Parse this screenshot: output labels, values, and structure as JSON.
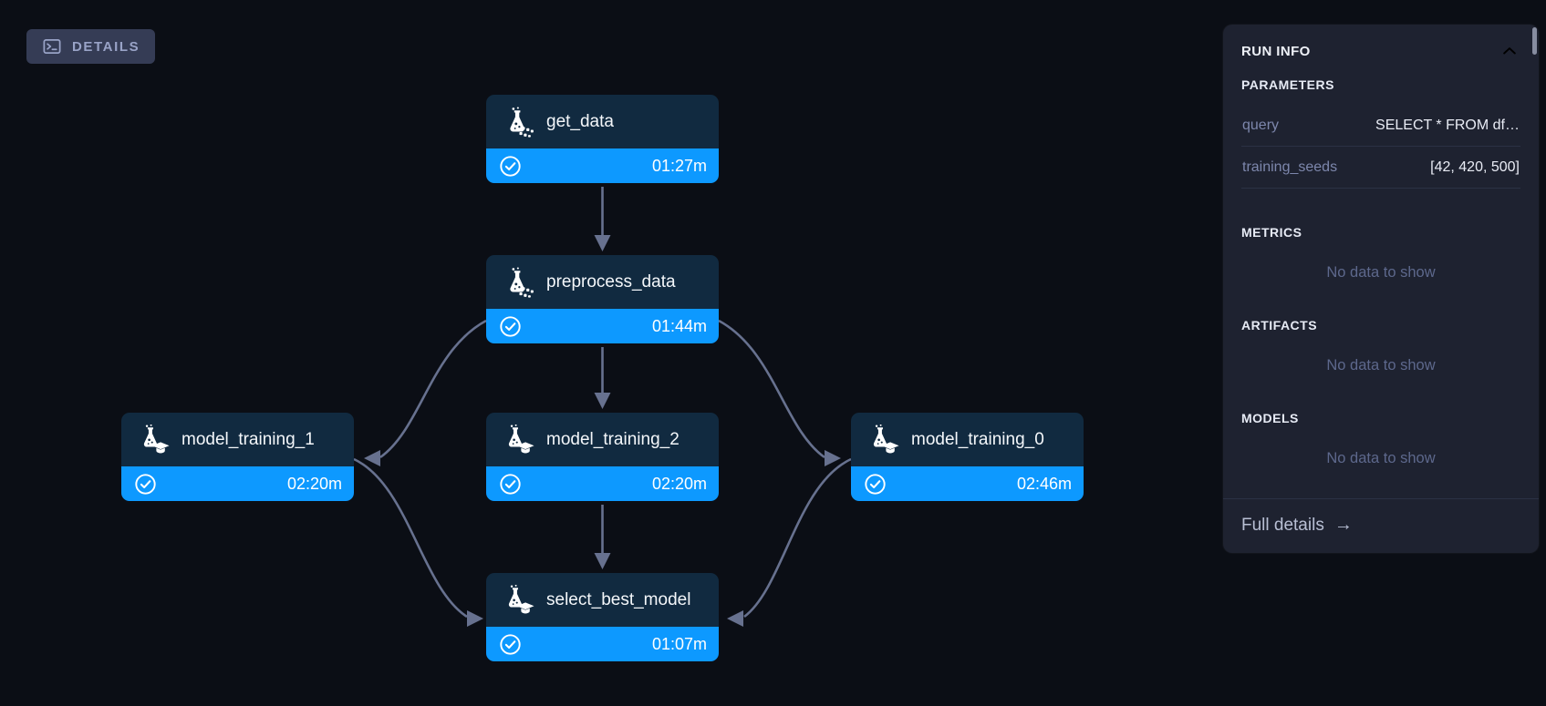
{
  "toolbar": {
    "details_label": "DETAILS",
    "details_icon": "terminal-icon"
  },
  "colors": {
    "page_bg": "#0b0e15",
    "node_header_bg": "#112a40",
    "status_bar_blue": "#0d99ff",
    "edge_color": "#67718f",
    "panel_bg": "#1e2230"
  },
  "pipeline": {
    "nodes": [
      {
        "id": "get_data",
        "title": "get_data",
        "duration": "01:27m",
        "status": "completed",
        "status_icon": "check-circle-icon",
        "icon": "flask-data-icon"
      },
      {
        "id": "preprocess_data",
        "title": "preprocess_data",
        "duration": "01:44m",
        "status": "completed",
        "status_icon": "check-circle-icon",
        "icon": "flask-data-icon"
      },
      {
        "id": "model_training_1",
        "title": "model_training_1",
        "duration": "02:20m",
        "status": "completed",
        "status_icon": "check-circle-icon",
        "icon": "flask-training-icon"
      },
      {
        "id": "model_training_2",
        "title": "model_training_2",
        "duration": "02:20m",
        "status": "completed",
        "status_icon": "check-circle-icon",
        "icon": "flask-training-icon"
      },
      {
        "id": "model_training_0",
        "title": "model_training_0",
        "duration": "02:46m",
        "status": "completed",
        "status_icon": "check-circle-icon",
        "icon": "flask-training-icon"
      },
      {
        "id": "select_best_model",
        "title": "select_best_model",
        "duration": "01:07m",
        "status": "completed",
        "status_icon": "check-circle-icon",
        "icon": "flask-training-icon"
      }
    ],
    "edges": [
      {
        "from": "get_data",
        "to": "preprocess_data"
      },
      {
        "from": "preprocess_data",
        "to": "model_training_1"
      },
      {
        "from": "preprocess_data",
        "to": "model_training_2"
      },
      {
        "from": "preprocess_data",
        "to": "model_training_0"
      },
      {
        "from": "model_training_1",
        "to": "select_best_model"
      },
      {
        "from": "model_training_2",
        "to": "select_best_model"
      },
      {
        "from": "model_training_0",
        "to": "select_best_model"
      }
    ]
  },
  "sidebar": {
    "title": "RUN INFO",
    "collapse_icon": "chevron-up-icon",
    "parameters": {
      "heading": "PARAMETERS",
      "rows": [
        {
          "key": "query",
          "value": "SELECT * FROM df…"
        },
        {
          "key": "training_seeds",
          "value": "[42, 420, 500]"
        }
      ]
    },
    "metrics": {
      "heading": "METRICS",
      "empty": "No data to show"
    },
    "artifacts": {
      "heading": "ARTIFACTS",
      "empty": "No data to show"
    },
    "models": {
      "heading": "MODELS",
      "empty": "No data to show"
    },
    "footer": {
      "full_details_label": "Full details",
      "arrow": "→"
    }
  }
}
